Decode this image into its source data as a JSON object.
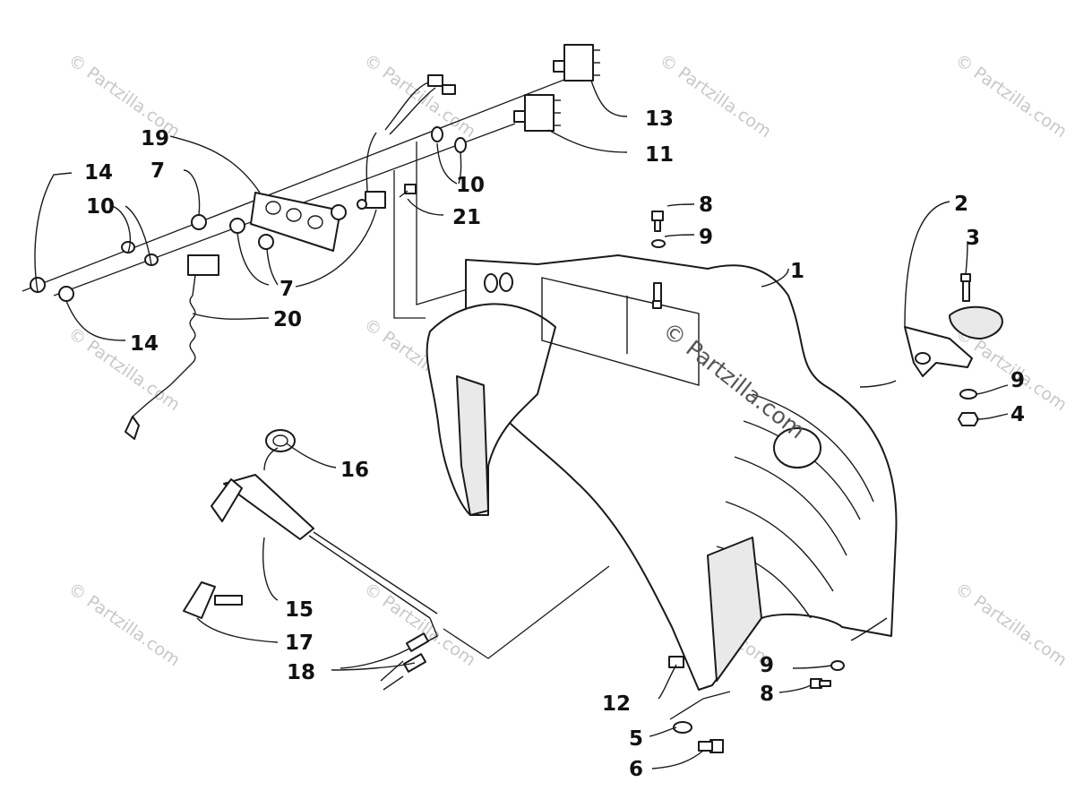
{
  "watermark_text": "© Partzilla.com",
  "center_watermark_text": "© Partzilla.com",
  "colors": {
    "line": "#1a1a1a",
    "watermark": "#c8c8c8",
    "background": "#ffffff"
  },
  "callouts": [
    {
      "id": "c1",
      "label": "1"
    },
    {
      "id": "c2",
      "label": "2"
    },
    {
      "id": "c3",
      "label": "3"
    },
    {
      "id": "c4",
      "label": "4"
    },
    {
      "id": "c5",
      "label": "5"
    },
    {
      "id": "c6",
      "label": "6"
    },
    {
      "id": "c7a",
      "label": "7"
    },
    {
      "id": "c7b",
      "label": "7"
    },
    {
      "id": "c8a",
      "label": "8"
    },
    {
      "id": "c8b",
      "label": "8"
    },
    {
      "id": "c9a",
      "label": "9"
    },
    {
      "id": "c9b",
      "label": "9"
    },
    {
      "id": "c9c",
      "label": "9"
    },
    {
      "id": "c10a",
      "label": "10"
    },
    {
      "id": "c10b",
      "label": "10"
    },
    {
      "id": "c11",
      "label": "11"
    },
    {
      "id": "c12",
      "label": "12"
    },
    {
      "id": "c13",
      "label": "13"
    },
    {
      "id": "c14a",
      "label": "14"
    },
    {
      "id": "c14b",
      "label": "14"
    },
    {
      "id": "c15",
      "label": "15"
    },
    {
      "id": "c16",
      "label": "16"
    },
    {
      "id": "c17",
      "label": "17"
    },
    {
      "id": "c18",
      "label": "18"
    },
    {
      "id": "c19",
      "label": "19"
    },
    {
      "id": "c20",
      "label": "20"
    },
    {
      "id": "c21",
      "label": "21"
    }
  ]
}
